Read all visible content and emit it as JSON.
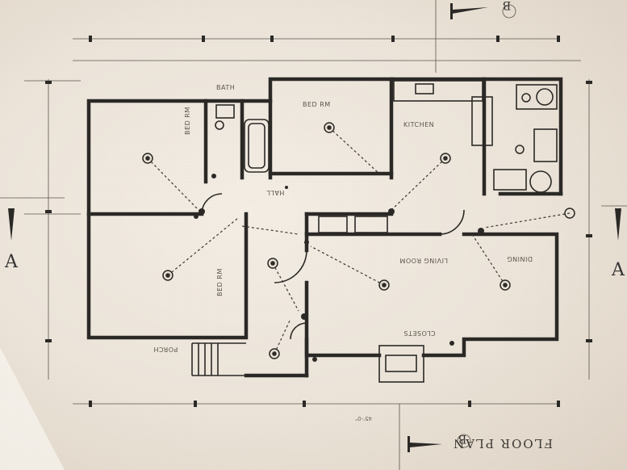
{
  "plan": {
    "title": "FLOOR PLAN",
    "section_a_left": "A",
    "section_a_right": "A",
    "section_b_top": "B",
    "section_b_bottom": "B",
    "rooms": {
      "bedroom_1": "BED RM",
      "bedroom_2": "BED RM",
      "bedroom_3": "BED RM",
      "living": "LIVING ROOM",
      "dining": "DINING",
      "bath": "BATH",
      "kitchen": "KITCHEN",
      "hall": "HALL",
      "closets": "CLOSETS",
      "porch": "PORCH"
    },
    "overall_dimension": "45'-0\"",
    "colors": {
      "ink": "#2b2926",
      "paper": "#ede6dc"
    }
  }
}
